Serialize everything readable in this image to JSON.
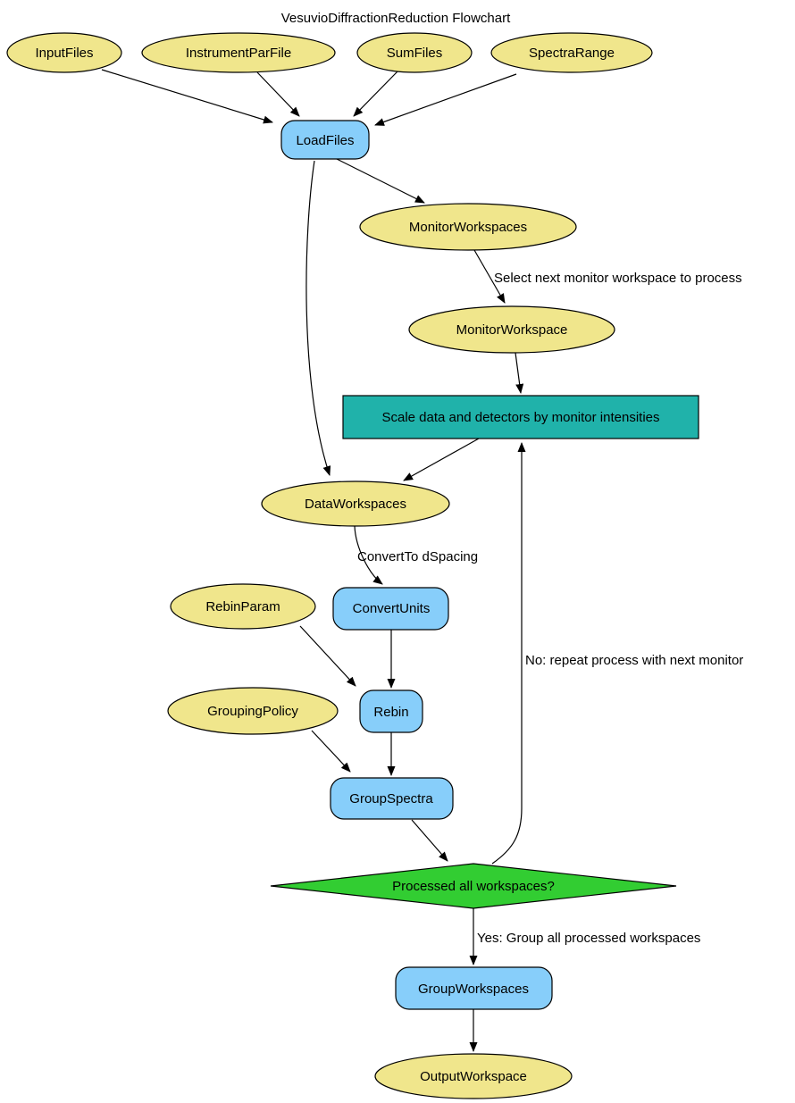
{
  "title": "VesuvioDiffractionReduction Flowchart",
  "diagram": {
    "type": "flowchart",
    "nodes": {
      "input_files": {
        "label": "InputFiles",
        "shape": "ellipse",
        "role": "parameter"
      },
      "instrument_par_file": {
        "label": "InstrumentParFile",
        "shape": "ellipse",
        "role": "parameter"
      },
      "sum_files": {
        "label": "SumFiles",
        "shape": "ellipse",
        "role": "parameter"
      },
      "spectra_range": {
        "label": "SpectraRange",
        "shape": "ellipse",
        "role": "parameter"
      },
      "load_files": {
        "label": "LoadFiles",
        "shape": "rounded-rect",
        "role": "algorithm"
      },
      "monitor_workspaces": {
        "label": "MonitorWorkspaces",
        "shape": "ellipse",
        "role": "parameter"
      },
      "monitor_workspace": {
        "label": "MonitorWorkspace",
        "shape": "ellipse",
        "role": "parameter"
      },
      "scale_step": {
        "label": "Scale data and detectors by monitor intensities",
        "shape": "rect",
        "role": "process"
      },
      "data_workspaces": {
        "label": "DataWorkspaces",
        "shape": "ellipse",
        "role": "parameter"
      },
      "rebin_param": {
        "label": "RebinParam",
        "shape": "ellipse",
        "role": "parameter"
      },
      "convert_units": {
        "label": "ConvertUnits",
        "shape": "rounded-rect",
        "role": "algorithm"
      },
      "rebin": {
        "label": "Rebin",
        "shape": "rounded-rect",
        "role": "algorithm"
      },
      "grouping_policy": {
        "label": "GroupingPolicy",
        "shape": "ellipse",
        "role": "parameter"
      },
      "group_spectra": {
        "label": "GroupSpectra",
        "shape": "rounded-rect",
        "role": "algorithm"
      },
      "processed_decision": {
        "label": "Processed all workspaces?",
        "shape": "diamond",
        "role": "decision"
      },
      "group_workspaces": {
        "label": "GroupWorkspaces",
        "shape": "rounded-rect",
        "role": "algorithm"
      },
      "output_workspace": {
        "label": "OutputWorkspace",
        "shape": "ellipse",
        "role": "parameter"
      }
    },
    "edge_labels": {
      "select_monitor": "Select next monitor workspace to process",
      "convert_to_dspacing": "ConvertTo dSpacing",
      "no_branch": "No: repeat process with next monitor",
      "yes_branch": "Yes: Group all processed workspaces"
    },
    "edges": [
      {
        "from": "InputFiles",
        "to": "LoadFiles"
      },
      {
        "from": "InstrumentParFile",
        "to": "LoadFiles"
      },
      {
        "from": "SumFiles",
        "to": "LoadFiles"
      },
      {
        "from": "SpectraRange",
        "to": "LoadFiles"
      },
      {
        "from": "LoadFiles",
        "to": "MonitorWorkspaces"
      },
      {
        "from": "LoadFiles",
        "to": "DataWorkspaces"
      },
      {
        "from": "MonitorWorkspaces",
        "to": "MonitorWorkspace",
        "label": "Select next monitor workspace to process"
      },
      {
        "from": "MonitorWorkspace",
        "to": "Scale data and detectors by monitor intensities"
      },
      {
        "from": "Scale data and detectors by monitor intensities",
        "to": "DataWorkspaces"
      },
      {
        "from": "DataWorkspaces",
        "to": "ConvertUnits",
        "label": "ConvertTo dSpacing"
      },
      {
        "from": "RebinParam",
        "to": "Rebin"
      },
      {
        "from": "ConvertUnits",
        "to": "Rebin"
      },
      {
        "from": "GroupingPolicy",
        "to": "GroupSpectra"
      },
      {
        "from": "Rebin",
        "to": "GroupSpectra"
      },
      {
        "from": "GroupSpectra",
        "to": "Processed all workspaces?"
      },
      {
        "from": "Processed all workspaces?",
        "to": "Scale data and detectors by monitor intensities",
        "label": "No: repeat process with next monitor"
      },
      {
        "from": "Processed all workspaces?",
        "to": "GroupWorkspaces",
        "label": "Yes: Group all processed workspaces"
      },
      {
        "from": "GroupWorkspaces",
        "to": "OutputWorkspace"
      }
    ],
    "colors": {
      "parameter_fill": "#F0E68C",
      "algorithm_fill": "#87CEFA",
      "process_fill": "#20B2AA",
      "decision_fill": "#32CD32",
      "stroke": "#000000",
      "background": "#FFFFFF"
    }
  }
}
